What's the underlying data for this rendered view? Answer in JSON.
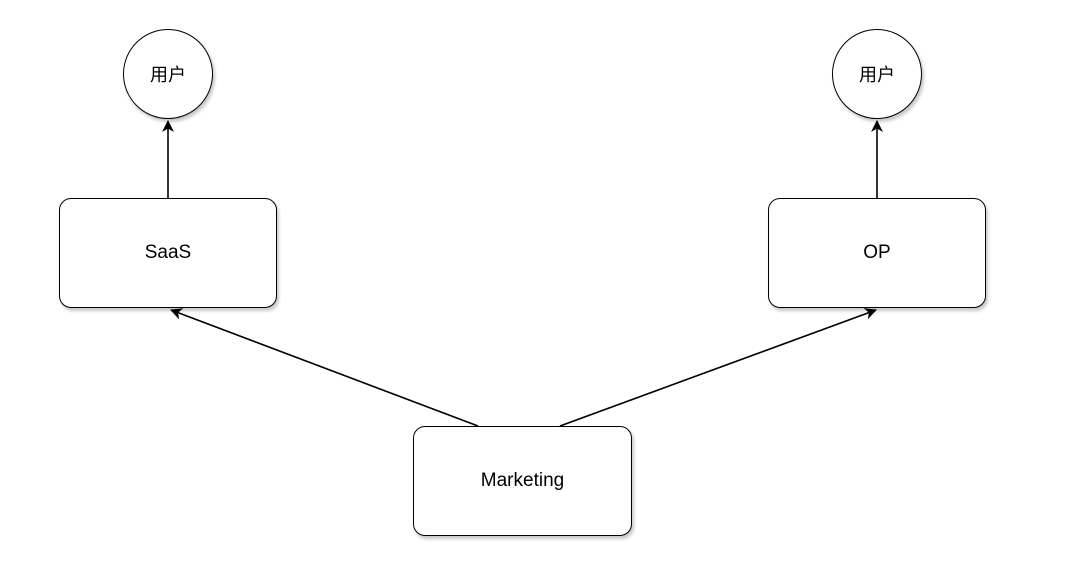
{
  "nodes": {
    "saas": {
      "label": "SaaS"
    },
    "op": {
      "label": "OP"
    },
    "marketing": {
      "label": "Marketing"
    },
    "user_left": {
      "label": "用户"
    },
    "user_right": {
      "label": "用户"
    }
  },
  "edges": [
    {
      "from": "marketing",
      "to": "saas"
    },
    {
      "from": "marketing",
      "to": "op"
    },
    {
      "from": "saas",
      "to": "user_left"
    },
    {
      "from": "op",
      "to": "user_right"
    }
  ]
}
